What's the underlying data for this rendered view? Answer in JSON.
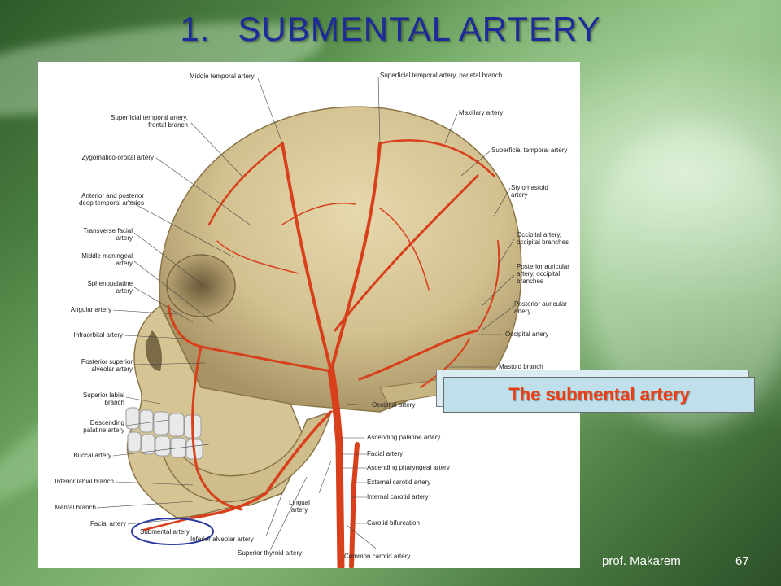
{
  "slide": {
    "title_number": "1.",
    "title_text": "SUBMENTAL ARTERY",
    "callout": "The submental artery",
    "author": "prof. Makarem",
    "page_number": "67"
  },
  "labels": {
    "middle_temporal": "Middle temporal artery",
    "sup_temporal_parietal": "Superficial temporal artery, parietal branch",
    "maxillary": "Maxillary artery",
    "sup_temporal_frontal_1": "Superficial temporal artery,",
    "sup_temporal_frontal_2": "frontal branch",
    "sup_temporal": "Superficial temporal artery",
    "zygomatico_orbital": "Zygomatico-orbital artery",
    "stylomastoid_1": "Stylomastoid",
    "stylomastoid_2": "artery",
    "deep_temporal_1": "Anterior and posterior",
    "deep_temporal_2": "deep temporal arteries",
    "transverse_facial_1": "Transverse facial",
    "transverse_facial_2": "artery",
    "occipital_branches_1": "Occipital artery,",
    "occipital_branches_2": "occipital branches",
    "middle_meningeal_1": "Middle meningeal",
    "middle_meningeal_2": "artery",
    "post_auricular_occ_1": "Posterior auricular",
    "post_auricular_occ_2": "artery, occipital",
    "post_auricular_occ_3": "branches",
    "sphenopalatine_1": "Sphenopalatine",
    "sphenopalatine_2": "artery",
    "post_auricular_1": "Posterior auricular",
    "post_auricular_2": "artery",
    "angular": "Angular artery",
    "occipital_artery": "Occipital artery",
    "infraorbital": "Infraorbital artery",
    "mastoid": "Mastoid branch",
    "psa_1": "Posterior superior",
    "psa_2": "alveolar artery",
    "occipital_artery_2": "Occipital artery",
    "sup_labial_1": "Superior labial",
    "sup_labial_2": "branch",
    "desc_palatine_1": "Descending",
    "desc_palatine_2": "palatine artery",
    "ascending_palatine": "Ascending palatine artery",
    "facial_artery_r": "Facial artery",
    "buccal": "Buccal artery",
    "ascending_pharyngeal": "Ascending pharyngeal artery",
    "inf_labial": "Inferior labial branch",
    "external_carotid": "External carotid artery",
    "lingual_1": "Lingual",
    "lingual_2": "artery",
    "internal_carotid": "Internal carotid artery",
    "mental": "Mental branch",
    "carotid_bifurcation": "Carotid bifurcation",
    "facial_artery_l": "Facial artery",
    "submental": "Submental artery",
    "inf_alveolar": "Inferior alveolar artery",
    "sup_thyroid": "Superior thyroid artery",
    "common_carotid": "Common carotid artery"
  },
  "colors": {
    "title": "#1f2a9a",
    "callout_text": "#f03c10",
    "callout_bg": "#bfe0ea",
    "artery": "#d8401c",
    "bone": "#d8c89a",
    "highlight_ring": "#2a3aa0"
  }
}
